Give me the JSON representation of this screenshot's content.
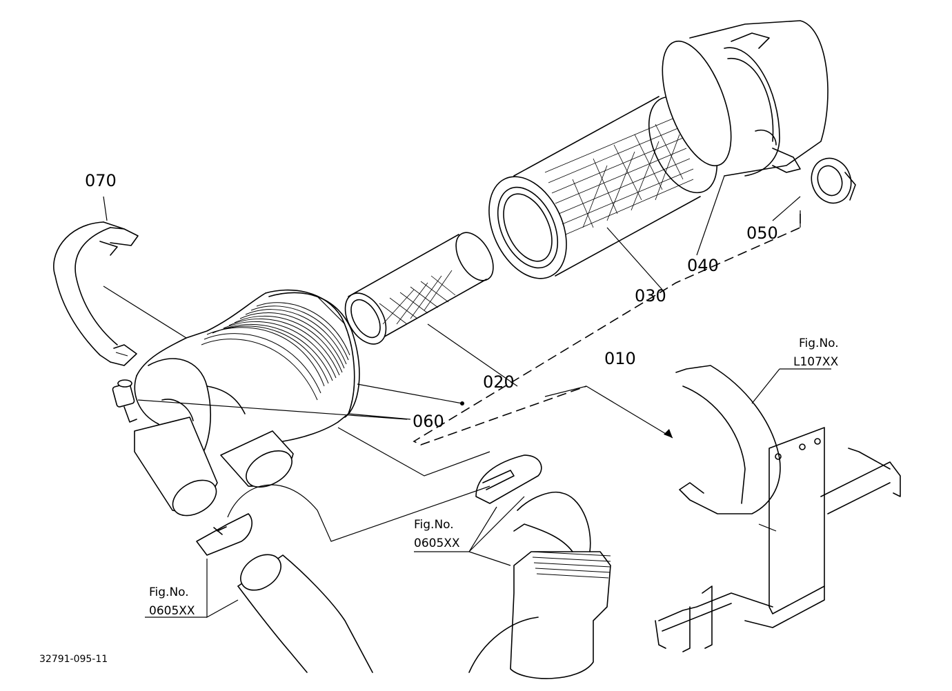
{
  "diagram": {
    "parts": [
      {
        "id": "010",
        "label": "010"
      },
      {
        "id": "020",
        "label": "020"
      },
      {
        "id": "030",
        "label": "030"
      },
      {
        "id": "040",
        "label": "040"
      },
      {
        "id": "050",
        "label": "050"
      },
      {
        "id": "060",
        "label": "060"
      },
      {
        "id": "070",
        "label": "070"
      }
    ],
    "references": [
      {
        "line1": "Fig.No.",
        "line2": "L107XX"
      },
      {
        "line1": "Fig.No.",
        "line2": "0605XX"
      },
      {
        "line1": "Fig.No.",
        "line2": "0605XX"
      }
    ],
    "drawing_code": "32791-095-11"
  }
}
